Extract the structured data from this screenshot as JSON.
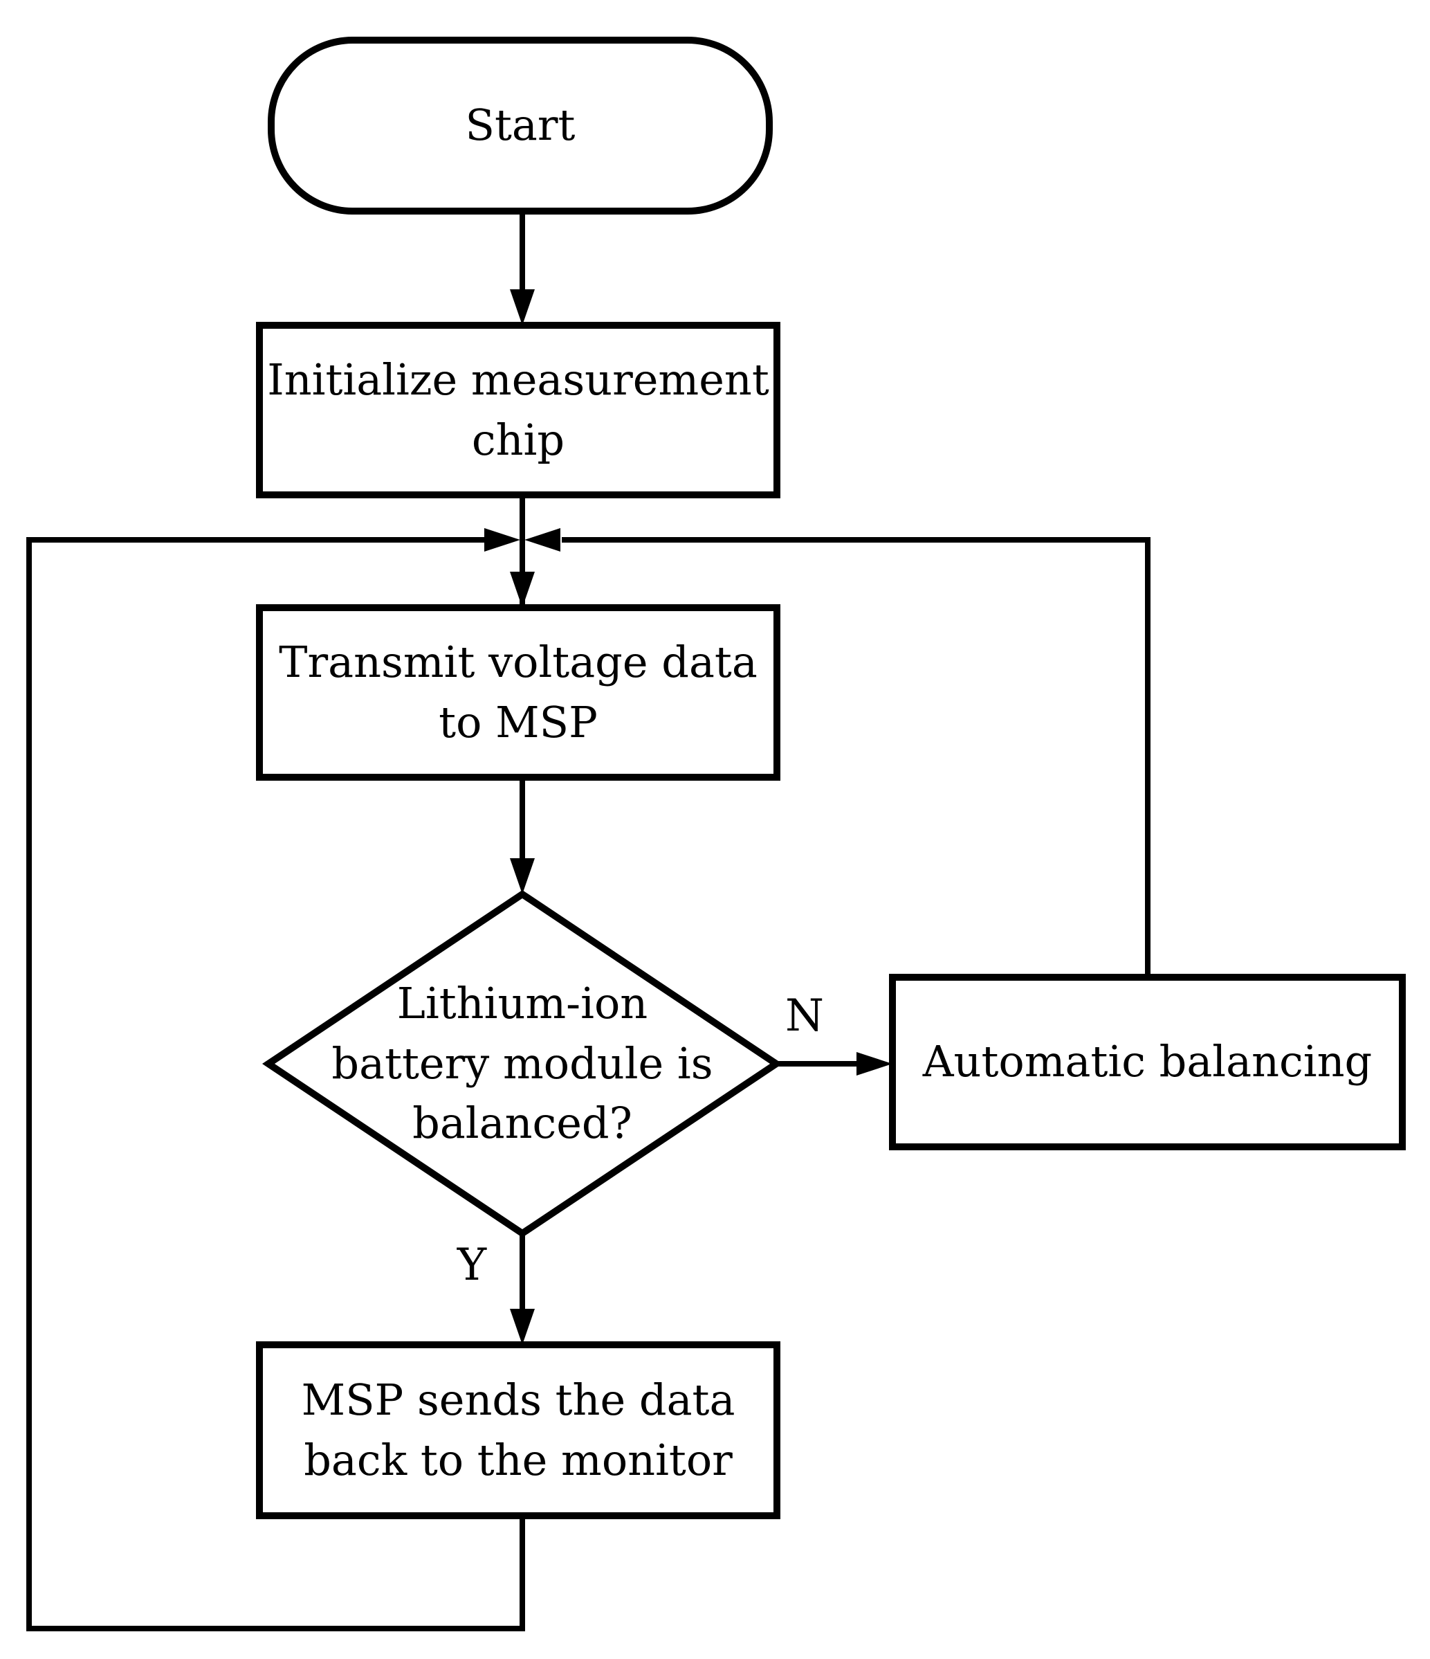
{
  "diagram": {
    "type": "flowchart",
    "colors": {
      "background": "#ffffff",
      "line": "#000000",
      "text": "#000000"
    },
    "nodes": {
      "start": {
        "shape": "terminator",
        "label": "Start"
      },
      "initialize": {
        "shape": "process",
        "label": [
          "Initialize measurement",
          "chip"
        ]
      },
      "transmit": {
        "shape": "process",
        "label": [
          "Transmit voltage data",
          "to MSP"
        ]
      },
      "decision": {
        "shape": "decision",
        "label": [
          "Lithium-ion",
          "battery module is",
          "balanced?"
        ]
      },
      "auto_balance": {
        "shape": "process",
        "label": "Automatic balancing"
      },
      "msp_return": {
        "shape": "process",
        "label": [
          "MSP sends the data",
          "back to the monitor"
        ]
      }
    },
    "edges": [
      {
        "from": "start",
        "to": "initialize",
        "label": ""
      },
      {
        "from": "initialize",
        "to": "transmit",
        "label": ""
      },
      {
        "from": "transmit",
        "to": "decision",
        "label": ""
      },
      {
        "from": "decision",
        "to": "auto_balance",
        "label": "N"
      },
      {
        "from": "decision",
        "to": "msp_return",
        "label": "Y"
      },
      {
        "from": "auto_balance",
        "to": "transmit",
        "label": ""
      },
      {
        "from": "msp_return",
        "to": "transmit",
        "label": ""
      }
    ]
  }
}
